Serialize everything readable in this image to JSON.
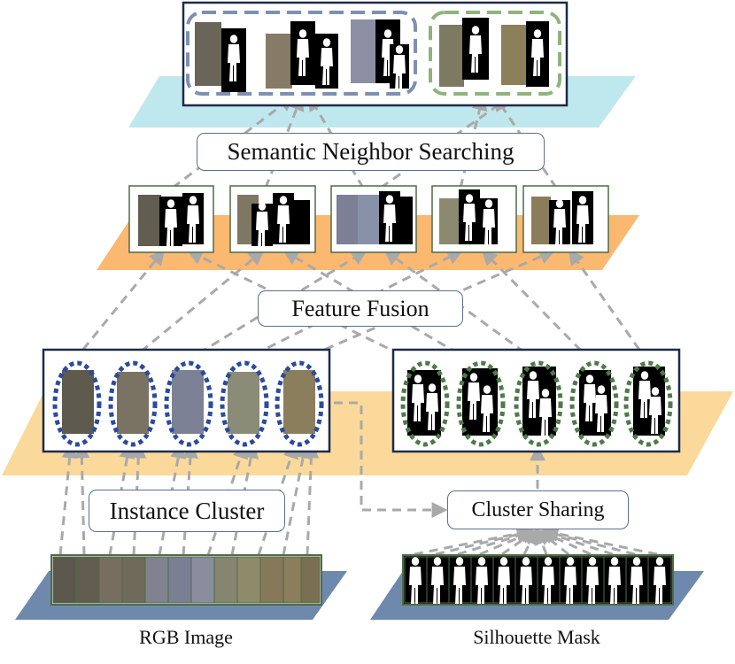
{
  "labels": {
    "semantic_neighbor_searching": "Semantic Neighbor Searching",
    "feature_fusion": "Feature Fusion",
    "instance_cluster": "Instance Cluster",
    "cluster_sharing": "Cluster Sharing"
  },
  "captions": {
    "rgb_image": "RGB Image",
    "silhouette_mask": "Silhouette Mask"
  },
  "colors": {
    "top_plane": "#bfe8ee",
    "fusion_plane": "#fbb870",
    "cluster_plane": "#fbd99a",
    "input_plane": "#6f89ad",
    "panel_border": "#1d2a4a",
    "blue_cluster": "#2b4b9b",
    "green_cluster": "#4f7a4a",
    "dashed_arrow": "#a9a9a9",
    "tile_border": "#4f6b47",
    "rgb_tile": "#6a6559",
    "silhouette_fill": "#ffffff",
    "silhouette_bg": "#000000"
  }
}
